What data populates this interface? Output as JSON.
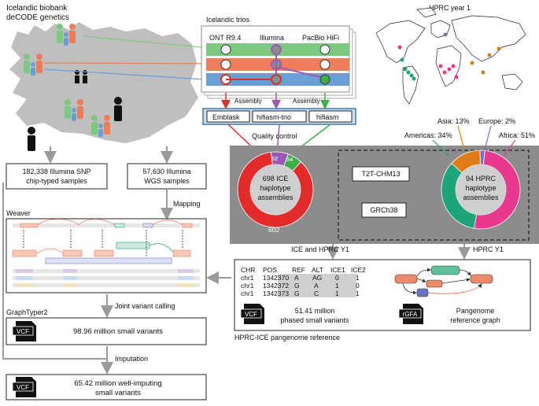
{
  "iceland": {
    "title_line1": "Icelandic biobank",
    "title_line2": "deCODE genetics"
  },
  "hprc_map_title": "HPRC year 1",
  "trios": {
    "title": "Icelandic trios",
    "columns": [
      "ONT R9.4",
      "Illumina",
      "PacBio HiFi"
    ],
    "assembly_left": "Assembly",
    "assembly_right": "Assembly",
    "tools": [
      "Emblask",
      "hifiasm-trio",
      "hifiasm"
    ],
    "qc_label": "Quality  control"
  },
  "ice_donut": {
    "center_line1": "698 ICE",
    "center_line2": "haplotype",
    "center_line3": "assemblies",
    "values": [
      602,
      52,
      44
    ],
    "labels": [
      "602",
      "52",
      "54"
    ],
    "colors": [
      "#e32b2b",
      "#9b59b6",
      "#3fae49"
    ]
  },
  "references": {
    "t2t": "T2T-CHM13",
    "grch38": "GRCh38"
  },
  "hprc_donut": {
    "center_line1": "94 HPRC",
    "center_line2": "haplotype",
    "center_line3": "assemblies",
    "segments": [
      {
        "label": "Africa: 51%",
        "value": 51,
        "color": "#e8398f"
      },
      {
        "label": "Americas: 34%",
        "value": 34,
        "color": "#1fa37a"
      },
      {
        "label": "Asia: 13%",
        "value": 13,
        "color": "#e07b1a"
      },
      {
        "label": "Europe: 2%",
        "value": 2,
        "color": "#7b6fc4"
      }
    ]
  },
  "chip_box": {
    "line1": "182,338 Illumina SNP",
    "line2": "chip-typed samples"
  },
  "wgs_box": {
    "line1": "57,630 Illumina",
    "line2": "WGS samples"
  },
  "mapping_label": "Mapping",
  "weaver_label": "Weaver",
  "ice_hprc_label": "ICE and HPRC Y1",
  "hprc_y1_label": "HPRC Y1",
  "variant_table": {
    "headers": [
      "CHR",
      "POS",
      "REF",
      "ALT",
      "ICE1",
      "ICE2"
    ],
    "rows": [
      [
        "chr1",
        "1342370",
        "A",
        "AG",
        "0",
        "1"
      ],
      [
        "chr1",
        "1342372",
        "G",
        "A",
        "1",
        "0"
      ],
      [
        "chr1",
        "1342373",
        "G",
        "C",
        "1",
        "1"
      ]
    ]
  },
  "vcf_badge": "VCF",
  "rgfa_badge": "rGFA",
  "phased_line1": "51.41 million",
  "phased_line2": "phased small variants",
  "pangenome_line1": "Pangenome",
  "pangenome_line2": "reference graph",
  "pangenome_ref_label": "HPRC-ICE pangenome reference",
  "joint_calling_label": "Joint variant calling",
  "graphtyper_label": "GraphTyper2",
  "small_variants_box": "98.96 million small variants",
  "imputation_label": "Imputation",
  "imputed_line1": "65.42 million well-imputing",
  "imputed_line2": "small variants",
  "colors": {
    "green": "#7dc97f",
    "red": "#ee7d5a",
    "blue": "#6a9fd6",
    "purple": "#9b59b6",
    "dark_gray": "#8c8c8c",
    "border_blue": "#3d7ab8"
  }
}
